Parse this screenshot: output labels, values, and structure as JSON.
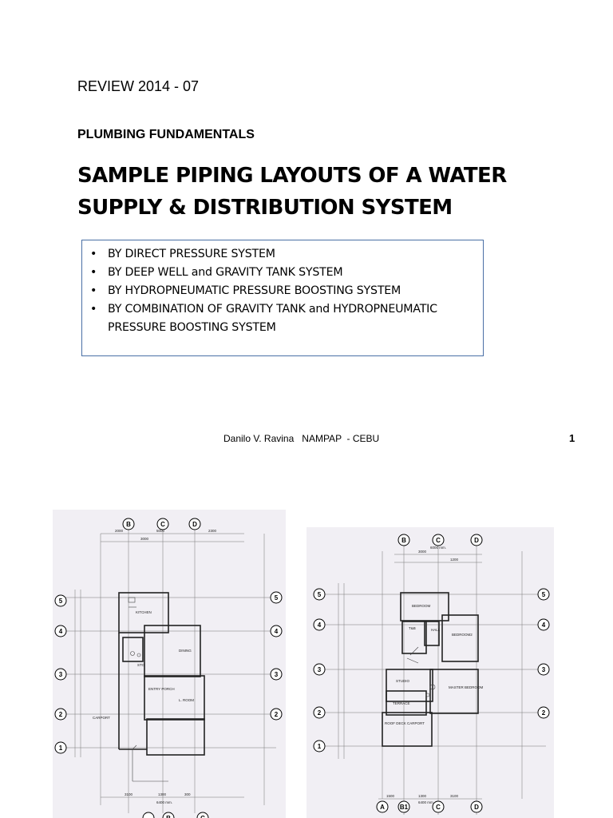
{
  "header": {
    "review": "REVIEW 2014 - 07",
    "subtitle": "PLUMBING FUNDAMENTALS"
  },
  "title": {
    "line1": "SAMPLE PIPING LAYOUTS OF A WATER",
    "line2": "SUPPLY & DISTRIBUTION SYSTEM"
  },
  "bullets": [
    "BY DIRECT PRESSURE SYSTEM",
    "BY DEEP WELL and GRAVITY TANK SYSTEM",
    "BY HYDROPNEUMATIC PRESSURE BOOSTING SYSTEM",
    "BY COMBINATION OF GRAVITY TANK and HYDROPNEUMATIC PRESSURE BOOSTING SYSTEM"
  ],
  "footer": {
    "author": "Danilo V. Ravina   NAMPAP  - CEBU",
    "page_number": "1"
  },
  "plan_left": {
    "grid_top": [
      "B",
      "C",
      "D"
    ],
    "grid_rows": [
      "5",
      "4",
      "3",
      "2",
      "1"
    ],
    "grid_bottom": [
      "B",
      "C"
    ],
    "dims_top": [
      "2000",
      "3000",
      "2300",
      "5000"
    ],
    "dims_bottom": [
      "3100",
      "1300",
      "300",
      "6400 mm."
    ],
    "rooms": [
      "KITCHEN",
      "DINING",
      "STO",
      "ENTRY PORCH",
      "L. ROOM",
      "CARPORT"
    ]
  },
  "plan_right": {
    "grid_top": [
      "B",
      "C",
      "D"
    ],
    "grid_rows": [
      "5",
      "4",
      "3",
      "2",
      "1"
    ],
    "grid_bottom": [
      "A",
      "B1",
      "C",
      "D"
    ],
    "dims_top": [
      "3000",
      "1200",
      "6000 mm."
    ],
    "dims_bottom": [
      "1500",
      "1300",
      "3100",
      "6400 mm."
    ],
    "rooms": [
      "BEDROOM",
      "BEDROOM2",
      "T&B",
      "HALL",
      "STUDIO",
      "MASTER BEDROOM",
      "TERRACE",
      "ROOF DECK CARPORT"
    ]
  }
}
